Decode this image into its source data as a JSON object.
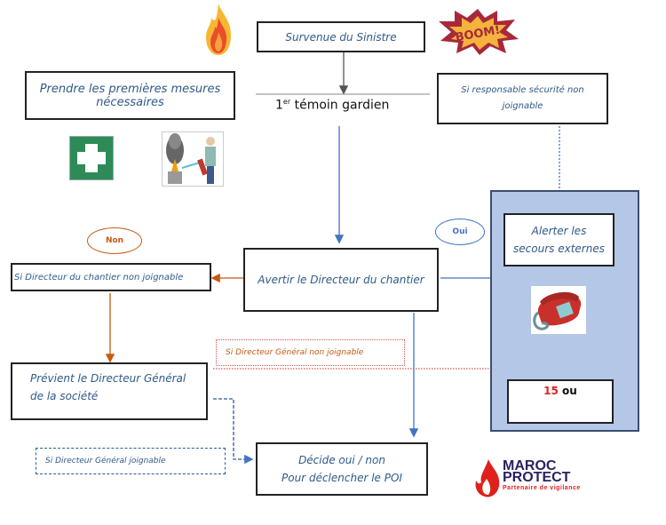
{
  "title": "Survenue du Sinistre",
  "nodes": {
    "sinistre": "Survenue du Sinistre",
    "mesures_line1": "Prendre les premières mesures",
    "mesures_line2": "nécessaires",
    "temoin_num": "1",
    "temoin_sup": "er",
    "temoin_text": " témoin gardien",
    "resp_line1": "Si responsable sécurité non",
    "resp_line2": "joignable",
    "alerter_line1": "Alerter les",
    "alerter_line2": "secours externes",
    "avertir": "Avertir le Directeur du chantier",
    "dir_chantier_non": "Si Directeur du chantier non joignable",
    "dg_line1": "Prévient le Directeur Général",
    "dg_line2": "de la société",
    "dg_non": "Si Directeur Général non joignable",
    "dg_joignable": "Si Directeur Général joignable",
    "decide_line1": "Décide oui / non",
    "decide_line2": "Pour déclencher le POI",
    "phone_number": "15",
    "phone_or": " ou"
  },
  "badges": {
    "non": "Non",
    "oui": "Oui"
  },
  "images": {
    "fire": "fire-icon",
    "boom": "boom-icon",
    "first_aid": "first-aid-icon",
    "extinguisher": "fire-extinguisher-icon",
    "phone": "telephone-icon"
  },
  "logo": {
    "line1": "MAROC",
    "line2": "PROTECT",
    "tagline": "Partenaire de vigilance"
  },
  "colors": {
    "text_blue": "#2e5a88",
    "arrow_blue": "#4472c4",
    "arrow_orange": "#c55a11",
    "dotted_red": "#d9534f",
    "panel": "#b4c7e7",
    "logo_navy": "#2b2160",
    "logo_red": "#e0201b"
  }
}
